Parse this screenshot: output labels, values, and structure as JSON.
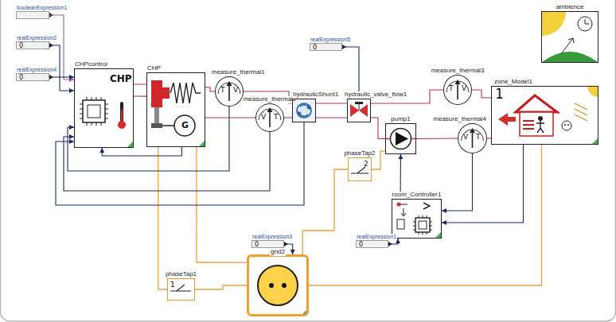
{
  "diagram": {
    "nodes": [
      {
        "text": [
          "booleanExpression1"
        ]
      },
      {
        "text": [
          "realExpression2",
          "0"
        ]
      },
      {
        "text": [
          "realExpression4",
          "0"
        ]
      },
      {
        "text": [
          "CHPcontrol",
          "CHP"
        ]
      },
      {
        "text": [
          "CHP",
          "G"
        ]
      },
      {
        "text": [
          "measure_thermal1",
          "T",
          "V̇"
        ]
      },
      {
        "text": [
          "measure_thermal2",
          "V̇",
          "T"
        ]
      },
      {
        "text": [
          "hydraulicShunt1"
        ]
      },
      {
        "text": [
          "hydraulic_valve_flow1"
        ]
      },
      {
        "text": [
          "realExpression5",
          "0"
        ]
      },
      {
        "text": [
          "measure_thermal3",
          "T",
          "V̇"
        ]
      },
      {
        "text": [
          "measure_thermal4",
          "V̇",
          "T"
        ]
      },
      {
        "text": [
          "zone_Model1",
          "1"
        ]
      },
      {
        "text": [
          "ambience"
        ]
      },
      {
        "text": [
          "pump1"
        ]
      },
      {
        "text": [
          "phaseTap2",
          "2"
        ]
      },
      {
        "text": [
          "room_Controller1"
        ]
      },
      {
        "text": [
          "realExpression1",
          "0"
        ]
      },
      {
        "text": [
          "realExpression3",
          "0"
        ]
      },
      {
        "text": [
          "phaseTap1",
          "1"
        ]
      },
      {
        "text": [
          "grid2"
        ]
      }
    ],
    "edges": [
      {
        "from": 0,
        "to": 3,
        "arrow": "to"
      },
      {
        "from": 1,
        "to": 3,
        "arrow": "to"
      },
      {
        "from": 2,
        "to": 3,
        "arrow": "to"
      },
      {
        "from": 3,
        "to": 4,
        "arrow": "none"
      },
      {
        "from": 3,
        "to": 4,
        "arrow": "none"
      },
      {
        "from": 4,
        "to": 5,
        "arrow": "none"
      },
      {
        "from": 5,
        "to": 7,
        "arrow": "none"
      },
      {
        "from": 7,
        "to": 6,
        "arrow": "none"
      },
      {
        "from": 6,
        "to": 4,
        "arrow": "none"
      },
      {
        "from": 7,
        "to": 8,
        "arrow": "none"
      },
      {
        "from": 7,
        "to": 8,
        "arrow": "none"
      },
      {
        "from": 9,
        "to": 8,
        "arrow": "to"
      },
      {
        "from": 8,
        "to": 10,
        "arrow": "none"
      },
      {
        "from": 10,
        "to": 12,
        "arrow": "none"
      },
      {
        "from": 8,
        "to": 14,
        "arrow": "none"
      },
      {
        "from": 14,
        "to": 11,
        "arrow": "none"
      },
      {
        "from": 11,
        "to": 12,
        "arrow": "none"
      },
      {
        "from": 4,
        "to": 20,
        "arrow": "none"
      },
      {
        "from": 4,
        "to": 19,
        "arrow": "none"
      },
      {
        "from": 19,
        "to": 20,
        "arrow": "none"
      },
      {
        "from": 18,
        "to": 20,
        "arrow": "to"
      },
      {
        "from": 17,
        "to": 16,
        "arrow": "to"
      },
      {
        "from": 16,
        "to": 14,
        "arrow": "to"
      },
      {
        "from": 12,
        "to": 16,
        "arrow": "to"
      },
      {
        "from": 11,
        "to": 16,
        "arrow": "to"
      },
      {
        "from": 5,
        "to": 3,
        "arrow": "to"
      },
      {
        "from": 6,
        "to": 3,
        "arrow": "to"
      },
      {
        "from": 7,
        "to": 3,
        "arrow": "to"
      },
      {
        "from": 4,
        "to": 3,
        "arrow": "to"
      },
      {
        "from": 20,
        "to": 15,
        "arrow": "none"
      },
      {
        "from": 15,
        "to": 14,
        "arrow": "none"
      },
      {
        "from": 20,
        "to": 12,
        "arrow": "none"
      }
    ]
  }
}
